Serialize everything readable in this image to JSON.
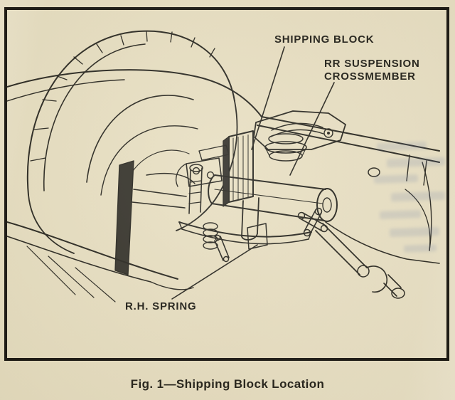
{
  "figure": {
    "caption": "Fig. 1—Shipping Block Location",
    "labels": {
      "shipping_block": "SHIPPING BLOCK",
      "rr_suspension": "RR SUSPENSION",
      "crossmember": "CROSSMEMBER",
      "rh_spring": "R.H. SPRING"
    }
  },
  "colors": {
    "paper": "#e8dfc2",
    "ink": "#26251f",
    "frame_border": "#14120e"
  }
}
